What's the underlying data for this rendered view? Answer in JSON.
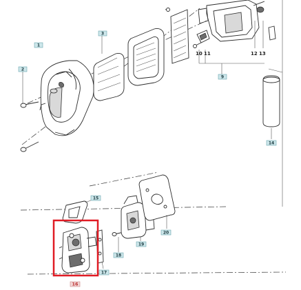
{
  "labels": {
    "l1": "1",
    "l2": "2",
    "l3": "3",
    "l9": "9",
    "l10": "10",
    "l11": "11",
    "l12": "12",
    "l13": "13",
    "l14": "14",
    "l15": "15",
    "l16": "16",
    "l17": "17",
    "l18": "18",
    "l19": "19",
    "l20": "20"
  },
  "colors": {
    "tag_fill": "#cde6ea",
    "highlight": "#e01b24",
    "line": "#2b2b2b"
  }
}
